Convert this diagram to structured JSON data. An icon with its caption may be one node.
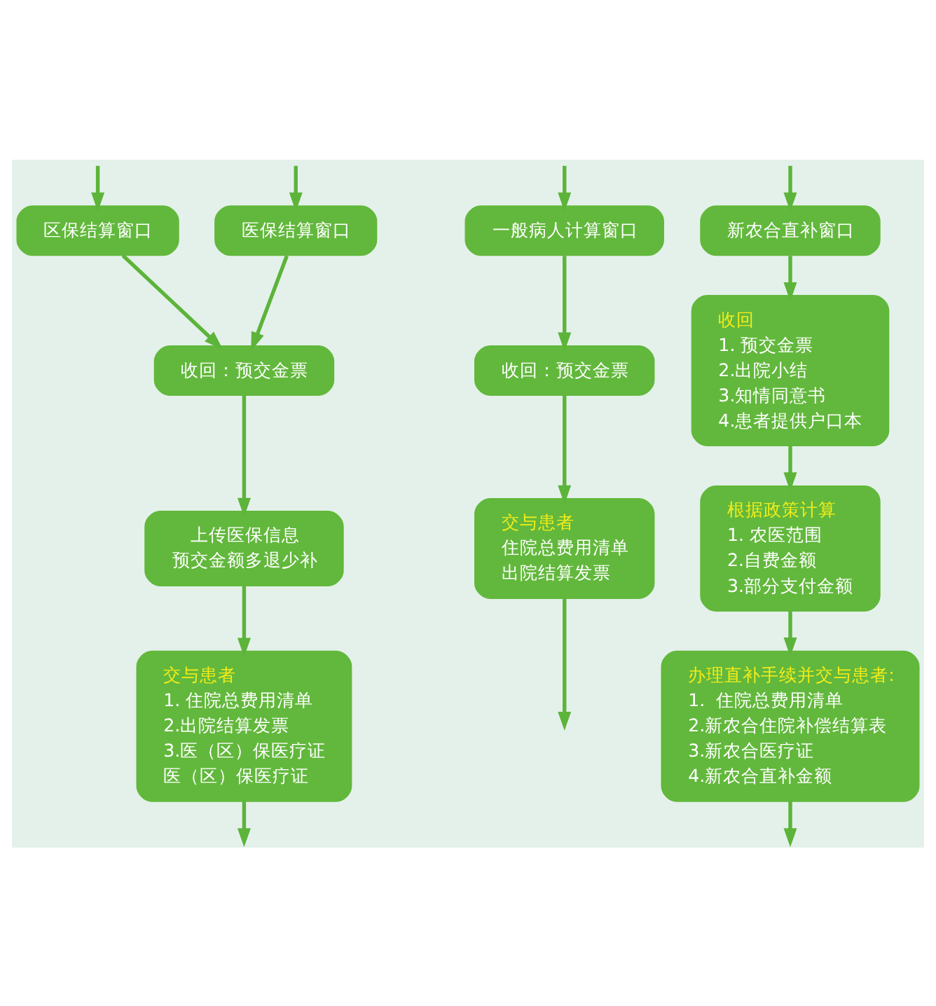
{
  "diagram": {
    "nodes": [
      {
        "text": [
          "医保结算窗口"
        ]
      },
      {
        "text": [
          "区保结算窗口"
        ]
      },
      {
        "text": [
          "收回：预交金票"
        ]
      },
      {
        "text": [
          "上传医保信息",
          "预交金额多退少补"
        ]
      },
      {
        "text": [
          "交与患者",
          "1. 住院总费用清单",
          "2.出院结算发票",
          "3.医（区）保医疗证",
          "医（区）保医疗证"
        ]
      },
      {
        "text": [
          "一般病人计算窗口"
        ]
      },
      {
        "text": [
          "收回：预交金票"
        ]
      },
      {
        "text": [
          "交与患者",
          "住院总费用清单",
          "出院结算发票"
        ]
      },
      {
        "text": [
          "新农合直补窗口"
        ]
      },
      {
        "text": [
          "收回",
          "1. 预交金票",
          "2.出院小结",
          "3.知情同意书",
          "4.患者提供户口本"
        ]
      },
      {
        "text": [
          "根据政策计算",
          "1. 农医范围",
          "2.自费金额",
          "3.部分支付金额"
        ]
      },
      {
        "text": [
          "办理直补手续并交与患者:",
          "1.  住院总费用清单",
          "2.新农合住院补偿结算表",
          "3.新农合医疗证",
          "4.新农合直补金额"
        ]
      }
    ],
    "edges": [
      {
        "from": null,
        "to": 0,
        "arrow": "to"
      },
      {
        "from": null,
        "to": 1,
        "arrow": "to"
      },
      {
        "from": null,
        "to": 5,
        "arrow": "to"
      },
      {
        "from": null,
        "to": 8,
        "arrow": "to"
      },
      {
        "from": 0,
        "to": 2,
        "arrow": "to"
      },
      {
        "from": 1,
        "to": 2,
        "arrow": "to"
      },
      {
        "from": 2,
        "to": 3,
        "arrow": "to"
      },
      {
        "from": 3,
        "to": 4,
        "arrow": "to"
      },
      {
        "from": 4,
        "to": null,
        "arrow": "to"
      },
      {
        "from": 5,
        "to": 6,
        "arrow": "to"
      },
      {
        "from": 6,
        "to": 7,
        "arrow": "to"
      },
      {
        "from": 7,
        "to": null,
        "arrow": "to"
      },
      {
        "from": 8,
        "to": 9,
        "arrow": "to"
      },
      {
        "from": 9,
        "to": 10,
        "arrow": "to"
      },
      {
        "from": 10,
        "to": 11,
        "arrow": "to"
      },
      {
        "from": 11,
        "to": null,
        "arrow": "to"
      }
    ]
  }
}
